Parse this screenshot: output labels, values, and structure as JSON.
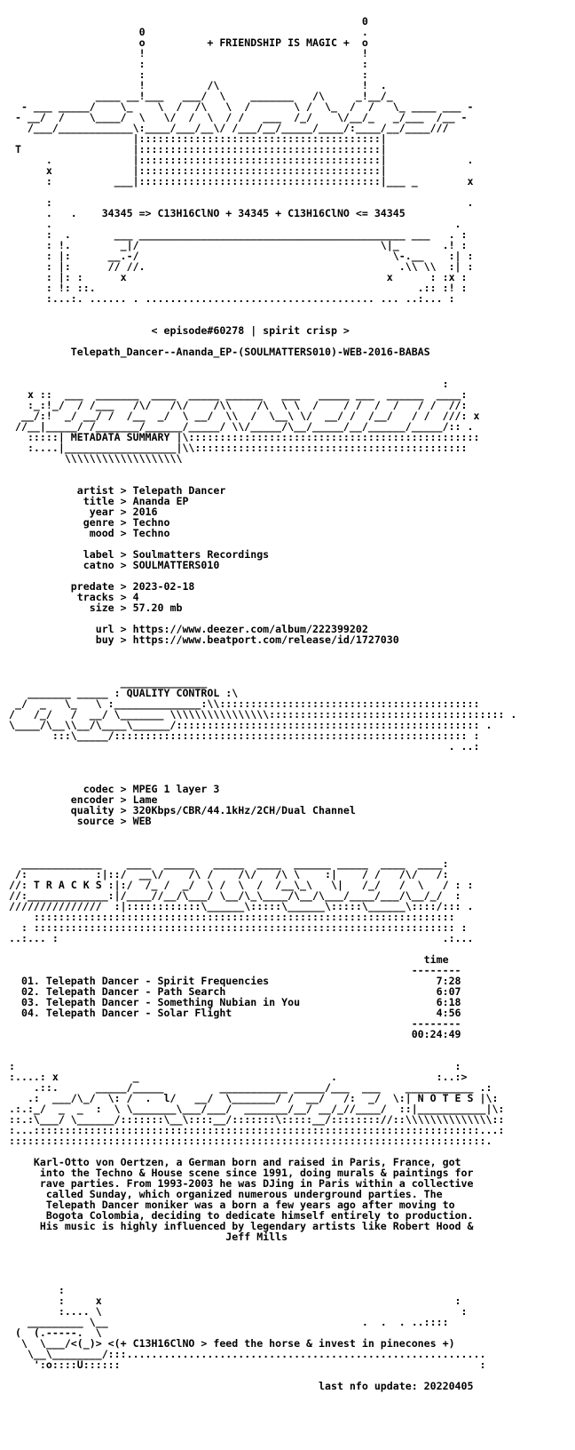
{
  "colors": {
    "background": "#ffffff",
    "text": "#000000"
  },
  "lines": [
    "",
    "                                                         0",
    "                     0                                   .",
    "                     o          + FRIENDSHIP IS MAGIC +  o",
    "                     !                                   !",
    "                     :                                   :",
    "                     :                                   :",
    "                     !          /\\                       !  .",
    "              ____ __!___   ___/  \\    _______   /\\     _!__/_",
    "  - ___ _____/    \\_    \\  /  /\\   \\  /       \\ /  \\_  /  /   \\_ ____ ___ -",
    " - __/  /    \\____/  \\   \\/  /  \\  / /   ___  /_/    \\/__/_   _/___  /__ -",
    "   /___/____________\\:____/___/__\\/ /___/__/_____/____/:____/__/____///",
    "                    |:::::::::::::::::::::::::::::::::::::::|",
    " T                  |:::::::::::::::::::::::::::::::::::::::|",
    "      .             |:::::::::::::::::::::::::::::::::::::::|             .",
    "      x             |:::::::::::::::::::::::::::::::::::::::|",
    "      :          ___|:::::::::::::::::::::::::::::::::::::::|___ _        x",
    "",
    "      :                                                                   .",
    "      .   .    34345 => C13H16ClNO + 34345 + C13H16ClNO <= 34345",
    "      .                                                                 .",
    "      :  .       ___ ___________________________________________ ___   . :",
    "      : !.        _|/                                       \\|_       .! :",
    "      : |:      __.-/                                         \\-.__    :| :",
    "      : |:      // //.                                         .\\\\ \\\\  :| :",
    "      : |: :      x                                          x      : :x :",
    "      : !: ::.                                                    .:: :! :",
    "      :...:. ...... . ..................................... ... ..:... :",
    "",
    "",
    "                       < episode#60278 | spirit crisp >",
    "",
    "          Telepath_Dancer--Ananda_EP-(SOULMATTERS010)-WEB-2016-BABAS",
    "",
    "",
    "                                                                      :",
    "   x ::  ___  _______  ____  _____ ______   ___   _____ ___  ______  ____:",
    "   :_:!_/  / /___   /\\/   /\\/    /\\\\    /\\  \\ \\  /    / /  /  /   / /  //:",
    "  __/:!  _/ __/ /  /__  _/  \\ __/  \\\\  /  \\__\\ \\/  __/ /  /__/   / /  ///: x",
    " //__|_____/ /_______/______/_____/ \\\\/_____/\\__/_____/__/______/_____/:: .",
    "   :::::| METADATA SUMMARY |\\:::::::::::::::::::::::::::::::::::::::::::::::",
    "   :....|__________________|\\\\::::::::::::::::::::::::::::::::::::::::::::",
    "         \\\\\\\\\\\\\\\\\\\\\\\\\\\\\\\\\\\\\\",
    "",
    "",
    "           artist > Telepath Dancer",
    "            title > Ananda EP",
    "             year > 2016",
    "            genre > Techno",
    "             mood > Techno",
    "",
    "            label > Soulmatters Recordings",
    "            catno > SOULMATTERS010",
    "",
    "          predate > 2023-02-18",
    "           tracks > 4",
    "             size > 57.20 mb",
    "",
    "              url > https://www.deezer.com/album/222399202",
    "              buy > https://www.beatport.com/release/id/1727030",
    "",
    "",
    "",
    "                  ______________",
    "   _______ _____ : QUALITY CONTROL :\\",
    " _/  _   \\_   \\ :______________:\\\\::::::::::::::::::::::::::::::::::::::::::",
    "/   /_/   /  __/ \\_______ \\\\\\\\\\\\\\\\\\\\\\\\\\\\\\\\:::::::::::::::::::::::::::::::::::::: .",
    "\\____/\\__\\\\__/\\____\\______/::::::::::::::::::::::::::::::::::::::::::::::::: .",
    "       :::\\_____/::::::::::::::::::::::::::::::::::::::::::::::::::::::::: :",
    "                                                                       . ..:",
    "",
    "",
    "",
    "            codec > MPEG 1 layer 3",
    "          encoder > Lame",
    "          quality > 320Kbps/CBR/44.1kHz/2CH/Dual Channel",
    "           source > WEB",
    "",
    "",
    "",
    "  _____________    ____  _____   _____  ____  ______ _____  ____  ____:",
    " /:           :|::/  __\\/    /\\ /    /\\/   /\\ \\    :|    / /   /\\/   /:",
    "//: T R A C K S :|:/  /_ /  _/  \\ /  \\  /  /__\\_\\   \\|   /_/   /  \\   / : :",
    "//:_____________:|/____//__/\\___/ \\__/\\_\\____/\\__/\\___/____/___/\\__/_/  :",
    "///////////////  :|::::::::::::\\______\\:::::\\______\\:::::\\______\\::::/::: .",
    "    ::::::::::::::::::::::::::::::::::::::::::::::::::::::::::::::::::::",
    "  : :::::::::::::::::::::::::::::::::::::::::::::::::::::::::::::::::::: :",
    "..:... :                                                              .:...",
    "",
    "                                                                   time",
    "                                                                 --------",
    "  01. Telepath Dancer - Spirit Frequencies                           7:28",
    "  02. Telepath Dancer - Path Search                                  6:07",
    "  03. Telepath Dancer - Something Nubian in You                      6:18",
    "  04. Telepath Dancer - Solar Flight                                 4:56",
    "                                                                 --------",
    "                                                                 00:24:49",
    "",
    "",
    ":                                                                       :",
    ":....: x            _                               .                :..:>",
    "    .::.      _____/_____         ___________ _____/___  ___    ___________ .:",
    "   .:  ___/\\_/  \\: /  .  l/   __/  \\_______/ /  __/   /:  _/  \\:| N O T E S |\\:",
    ".:.:_/  _  _  :  \\ \\_______\\___/___/  _______/__/ __/_//____/  ::|___________|\\:",
    "::.:\\___/ \\______/:::::::\\__\\::::__/:::::::\\:::::__/:::::::://::\\\\\\\\\\\\\\\\\\\\\\\\\\\\::",
    ":...::::::::::::::::::::::::::::::::::::::::::::::::::::::::::::::::::::::::...:",
    ":::::::::::::::::::::::::::::::::::::::::::::::::::::::::::::::::::::::::::::.",
    "",
    "    Karl-Otto von Oertzen, a German born and raised in Paris, France, got",
    "     into the Techno & House scene since 1991, doing murals & paintings for",
    "     rave parties. From 1993-2003 he was DJing in Paris within a collective",
    "      called Sunday, which organized numerous underground parties. The",
    "      Telepath Dancer moniker was a born a few years ago after moving to",
    "      Bogota Colombia, deciding to dedicate himself entirely to production.",
    "     His music is highly influenced by legendary artists like Robert Hood &",
    "                                   Jeff Mills",
    "",
    "",
    "",
    "",
    "        :",
    "        :     x                                                         :",
    "        :.... \\                                                          :",
    "   _________ \\__                                         .  .  . ..::::",
    " (  (.-----.  \\",
    "  \\  \\___/<(_)> <(+ C13H16ClNO > feed the horse & invest in pinecones +)",
    "   \\__\\________/:::..........................................................",
    "    ':o::::U::::::                                                          :",
    "",
    "                                                  last nfo update: 20220405"
  ]
}
